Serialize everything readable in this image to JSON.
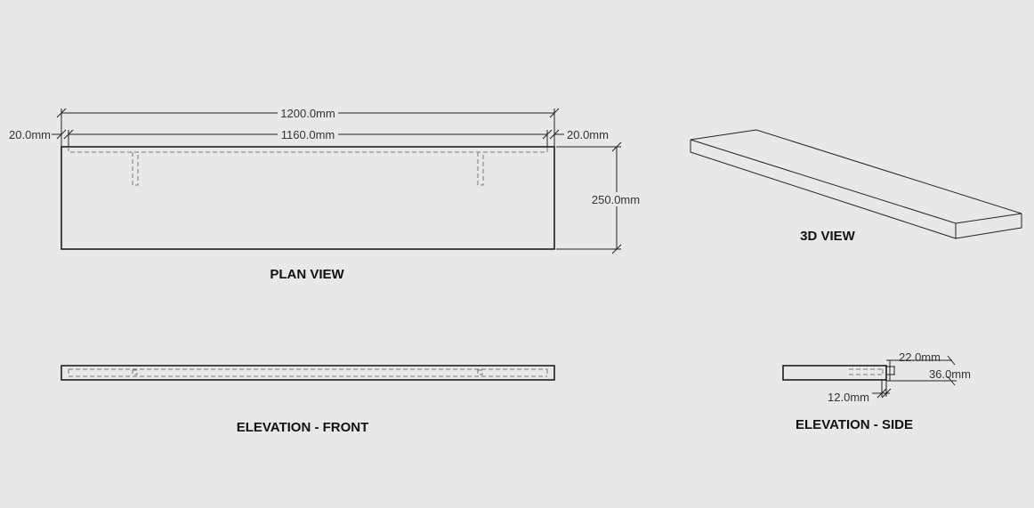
{
  "views": {
    "plan": {
      "title": "PLAN VIEW",
      "dims": {
        "overall_length": "1200.0mm",
        "inner_length": "1160.0mm",
        "left_offset": "20.0mm",
        "right_offset": "20.0mm",
        "depth": "250.0mm"
      }
    },
    "three_d": {
      "title": "3D VIEW"
    },
    "front": {
      "title": "ELEVATION - FRONT"
    },
    "side": {
      "title": "ELEVATION - SIDE",
      "dims": {
        "inner_thickness": "22.0mm",
        "thickness": "36.0mm",
        "offset": "12.0mm"
      }
    }
  }
}
